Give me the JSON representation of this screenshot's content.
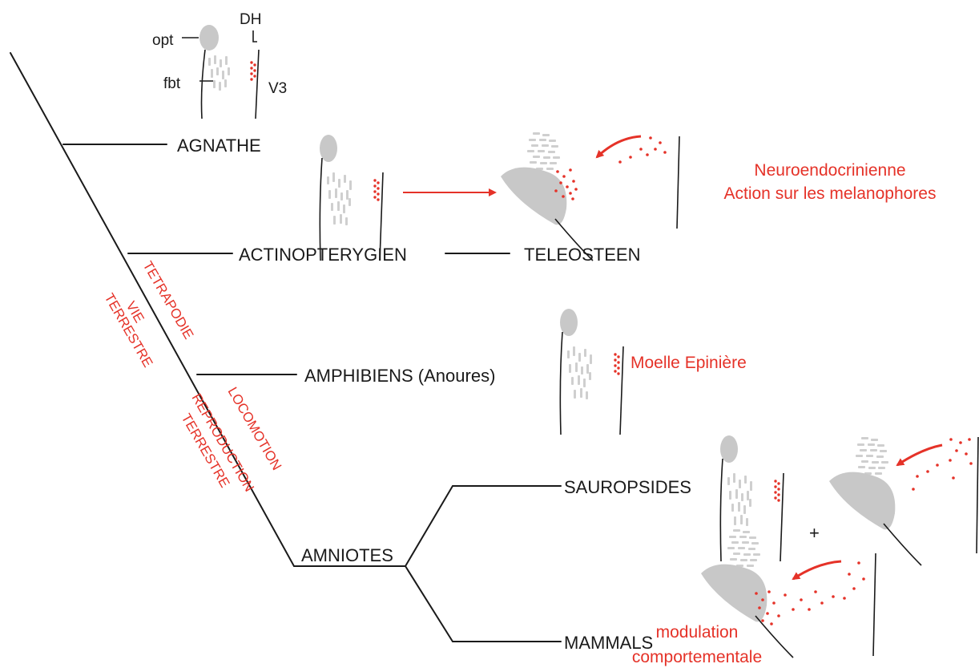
{
  "key_labels": {
    "opt": "opt",
    "dh": "DH",
    "fbt": "fbt",
    "v3": "V3"
  },
  "taxa": {
    "agnathe": "AGNATHE",
    "actinopterygien": "ACTINOPTERYGIEN",
    "teleosteen": "TELEOSTEEN",
    "amphibiens": "AMPHIBIENS (Anoures)",
    "amniotes": "AMNIOTES",
    "sauropsides": "SAUROPSIDES",
    "mammals": "MAMMALS"
  },
  "branch_notes": {
    "tetrapodie": "TETRAPODIE",
    "vie": "VIE",
    "terrestre_1": "TERRESTRE",
    "locomotion": "LOCOMOTION",
    "reproduction": "REPRODUCTION",
    "terrestre_2": "TERRESTRE"
  },
  "functions": {
    "teleost_line1": "Neuroendocrinienne",
    "teleost_line2": "Action sur les melanophores",
    "amphibian": "Moelle Epinière",
    "mammal_line1": "modulation",
    "mammal_line2": "comportementale"
  },
  "plus_sign": "+",
  "colors": {
    "accent": "#e53228",
    "ink": "#1a1a1a",
    "tissue_gray": "#c8c8c8"
  }
}
